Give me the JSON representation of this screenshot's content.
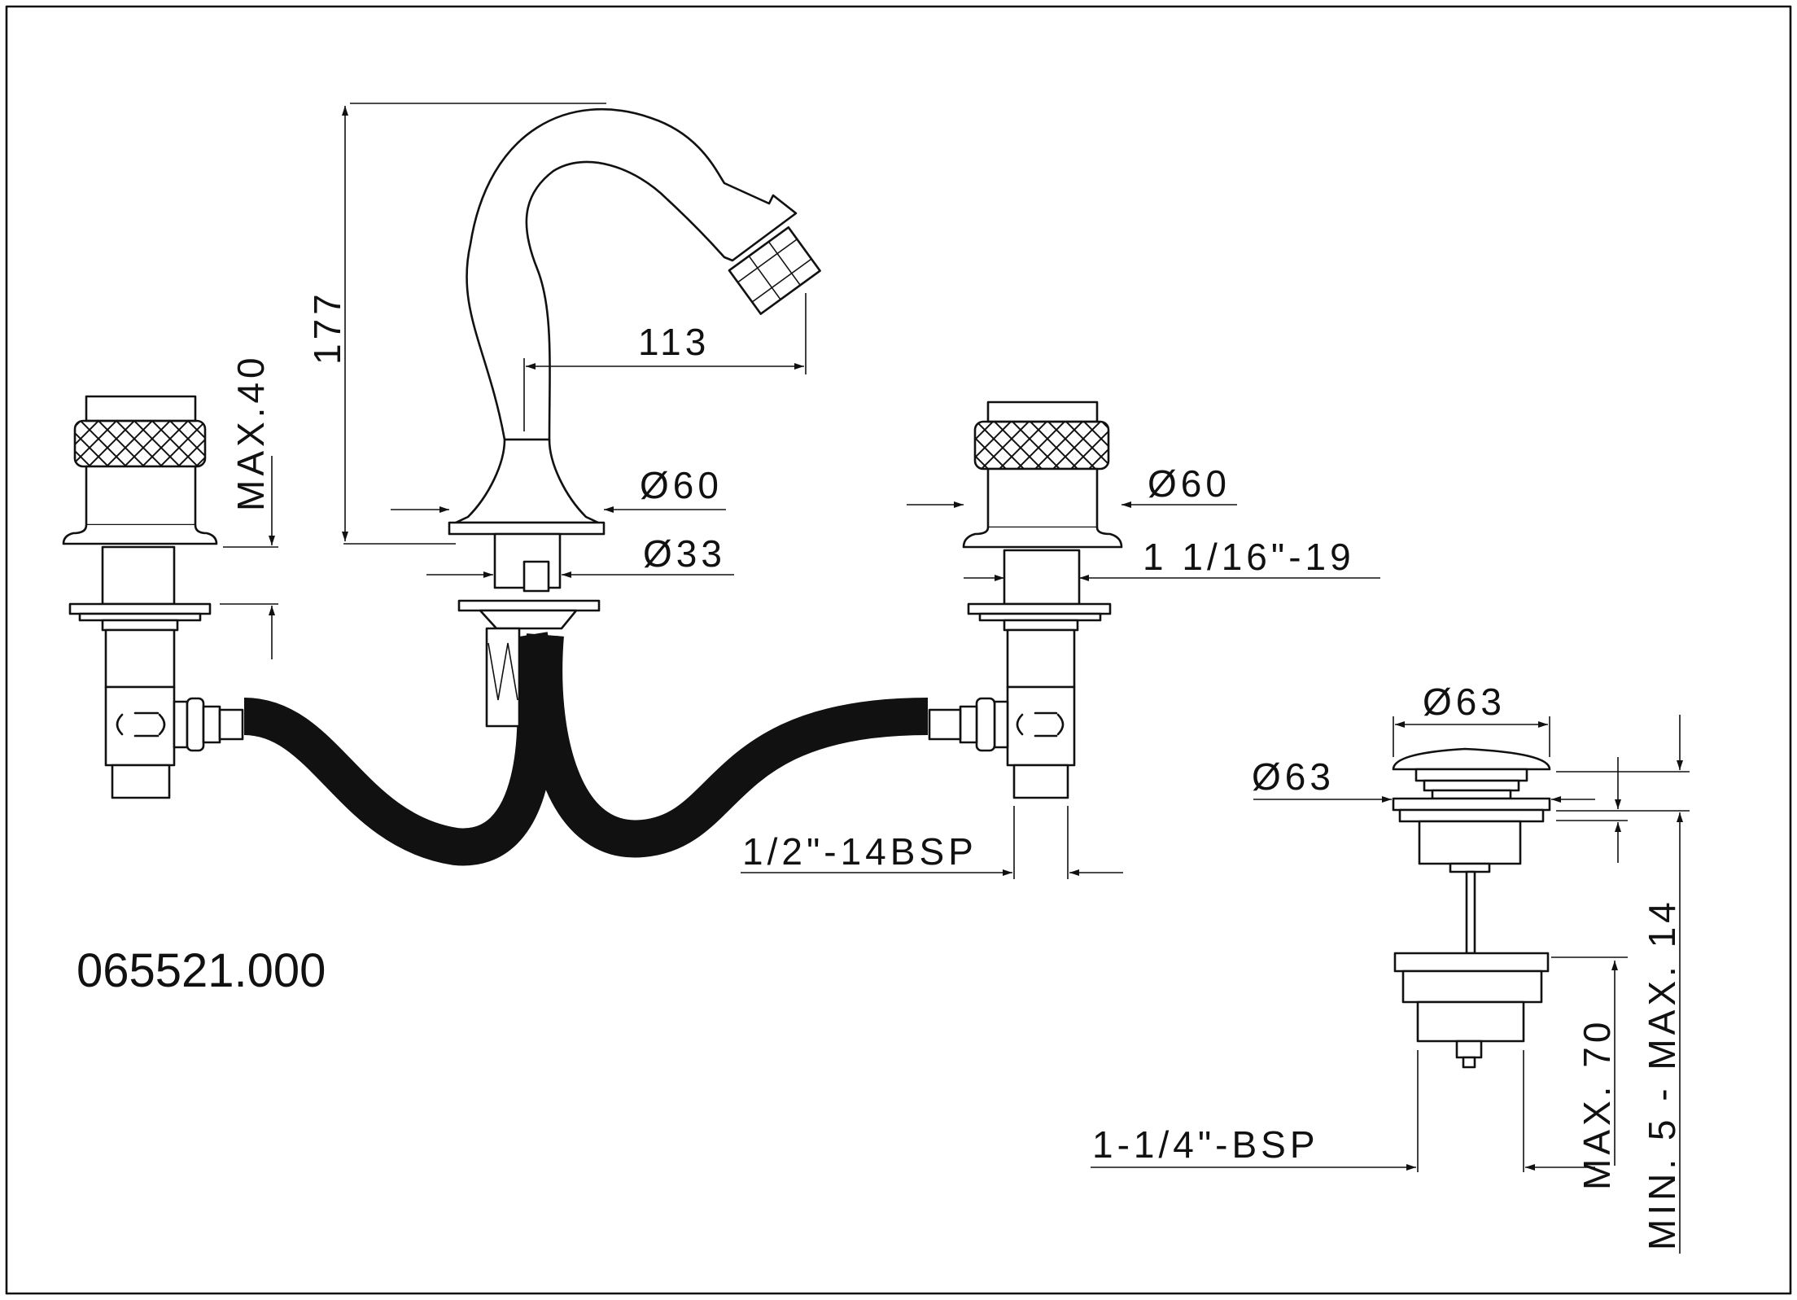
{
  "drawing": {
    "part_number": "065521.000",
    "dimensions": {
      "spout_height": "177",
      "spout_reach": "113",
      "handle_max": "MAX.40",
      "spout_base_diameter": "Ø60",
      "spout_shank_diameter": "Ø33",
      "handle_base_diameter": "Ø60",
      "handle_thread": "1 1/16\"-19",
      "inlet_thread": "1/2\"-14BSP",
      "drain_cap_diameter": "Ø63",
      "drain_flange_diameter": "Ø63",
      "drain_thread": "1-1/4\"-BSP",
      "drain_max_70": "MAX. 70",
      "drain_min_max": "MIN. 5 - MAX. 14"
    }
  }
}
